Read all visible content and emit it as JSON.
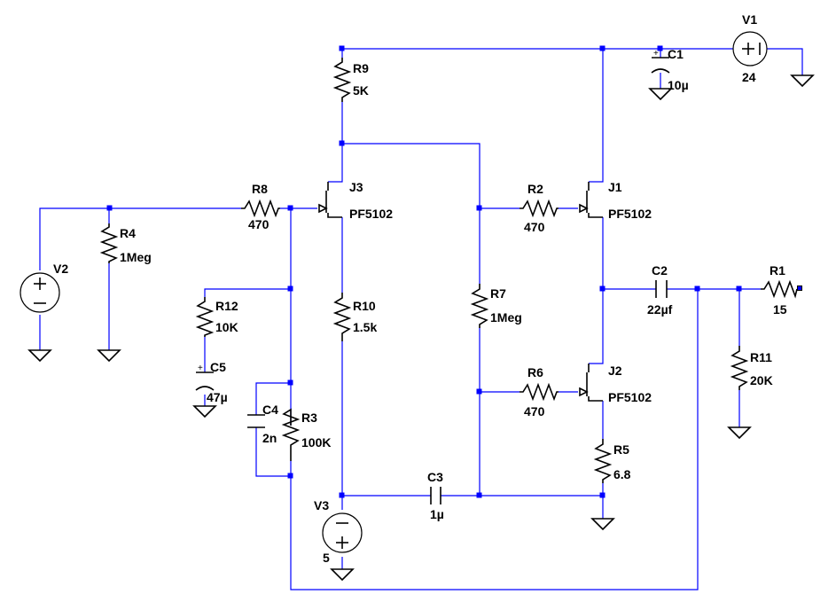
{
  "components": {
    "V1": {
      "name": "V1",
      "value": "24"
    },
    "V2": {
      "name": "V2"
    },
    "V3": {
      "name": "V3",
      "value": "5"
    },
    "C1": {
      "name": "C1",
      "value": "10µ"
    },
    "C2": {
      "name": "C2",
      "value": "22µf"
    },
    "C3": {
      "name": "C3",
      "value": "1µ"
    },
    "C4": {
      "name": "C4",
      "value": "2n"
    },
    "C5": {
      "name": "C5",
      "value": "47µ"
    },
    "R1": {
      "name": "R1",
      "value": "15"
    },
    "R2": {
      "name": "R2",
      "value": "470"
    },
    "R3": {
      "name": "R3",
      "value": "100K"
    },
    "R4": {
      "name": "R4",
      "value": "1Meg"
    },
    "R5": {
      "name": "R5",
      "value": "6.8"
    },
    "R6": {
      "name": "R6",
      "value": "470"
    },
    "R7": {
      "name": "R7",
      "value": "1Meg"
    },
    "R8": {
      "name": "R8",
      "value": "470"
    },
    "R9": {
      "name": "R9",
      "value": "5K"
    },
    "R10": {
      "name": "R10",
      "value": "1.5k"
    },
    "R11": {
      "name": "R11",
      "value": "20K"
    },
    "R12": {
      "name": "R12",
      "value": "10K"
    },
    "J1": {
      "name": "J1",
      "value": "PF5102"
    },
    "J2": {
      "name": "J2",
      "value": "PF5102"
    },
    "J3": {
      "name": "J3",
      "value": "PF5102"
    }
  },
  "symbols": {
    "plus": "+",
    "minus": "−"
  },
  "colors": {
    "wire": "#0000ff",
    "component": "#000000",
    "background": "#ffffff"
  }
}
